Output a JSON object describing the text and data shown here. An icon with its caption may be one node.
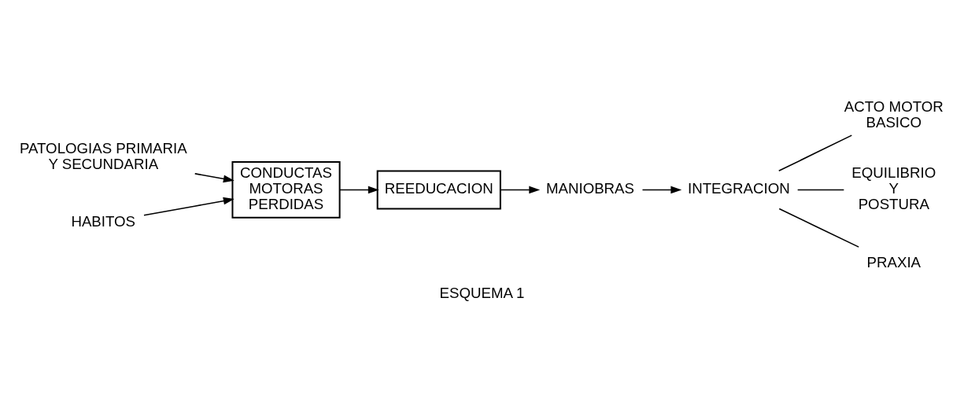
{
  "diagram": {
    "caption": "ESQUEMA 1",
    "nodes": [
      {
        "text": [
          "PATOLOGIAS PRIMARIA Y SECUNDARIA"
        ]
      },
      {
        "text": [
          "HABITOS"
        ]
      },
      {
        "text": [
          "CONDUCTAS MOTORAS PERDIDAS"
        ]
      },
      {
        "text": [
          "REEDUCACION"
        ]
      },
      {
        "text": [
          "MANIOBRAS"
        ]
      },
      {
        "text": [
          "INTEGRACION"
        ]
      },
      {
        "text": [
          "ACTO MOTOR BASICO"
        ]
      },
      {
        "text": [
          "EQUILIBRIO Y POSTURA"
        ]
      },
      {
        "text": [
          "PRAXIA"
        ]
      }
    ],
    "edges": [
      {
        "from": 0,
        "to": 2,
        "arrow": "to"
      },
      {
        "from": 1,
        "to": 2,
        "arrow": "to"
      },
      {
        "from": 2,
        "to": 3,
        "arrow": "to"
      },
      {
        "from": 3,
        "to": 4,
        "arrow": "to"
      },
      {
        "from": 4,
        "to": 5,
        "arrow": "to"
      },
      {
        "from": 5,
        "to": 6,
        "arrow": "none"
      },
      {
        "from": 5,
        "to": 7,
        "arrow": "none"
      },
      {
        "from": 5,
        "to": 8,
        "arrow": "none"
      }
    ]
  }
}
